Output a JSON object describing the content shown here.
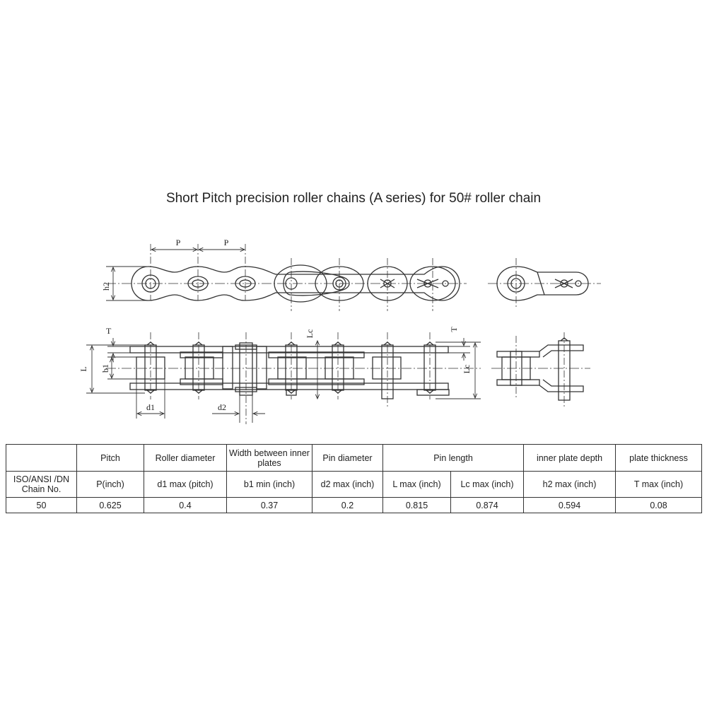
{
  "title": "Short Pitch precision roller chains (A series) for 50# roller chain",
  "diagram_labels": {
    "p1": "P",
    "p2": "P",
    "h2": "h2",
    "t1": "T",
    "t2": "T",
    "l": "L",
    "b1": "b1",
    "lc1": "Lc",
    "lc2": "Lc",
    "d1": "d1",
    "d2": "d2"
  },
  "table": {
    "header": {
      "blank": "",
      "pitch": "Pitch",
      "roller_diameter": "Roller diameter",
      "width_between_inner_plates": "Width between inner plates",
      "pin_diameter": "Pin diameter",
      "pin_length": "Pin length",
      "inner_plate_depth": "inner plate depth",
      "plate_thickness": "plate thickness"
    },
    "subheader": {
      "chain_no": "ISO/ANSI /DN Chain No.",
      "p": "P(inch)",
      "d1": "d1 max (pitch)",
      "b1": "b1 min (inch)",
      "d2": "d2 max (inch)",
      "l": "L max (inch)",
      "lc": "Lc max (inch)",
      "h2": "h2 max (inch)",
      "t": "T max (inch)"
    },
    "row": {
      "chain_no": "50",
      "p": "0.625",
      "d1": "0.4",
      "b1": "0.37",
      "d2": "0.2",
      "l": "0.815",
      "lc": "0.874",
      "h2": "0.594",
      "t": "0.08"
    }
  }
}
